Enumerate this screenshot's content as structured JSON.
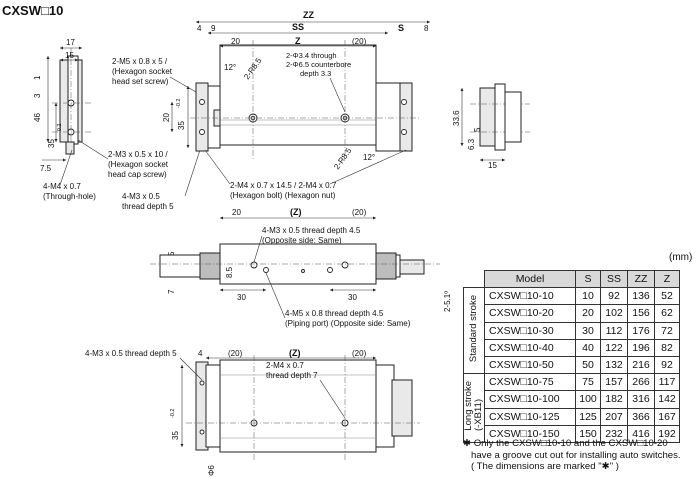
{
  "title": "CXSW□10",
  "top_view": {
    "dims": {
      "zz": "ZZ",
      "ss": "SS",
      "z": "Z",
      "s": "S",
      "d4": "4",
      "d9": "9",
      "d8": "8",
      "d20": "20",
      "p20": "(20)",
      "d17": "17",
      "d15": "15",
      "d1": "1",
      "d3": "3",
      "d46": "46",
      "d35": "35",
      "tol02": "-0.2",
      "d20b": "20",
      "d75": "7.5",
      "d12": "12°",
      "d336": "33.6",
      "d63": "6.3",
      "d5": "5",
      "d15b": "15"
    },
    "callouts": {
      "m5_a": "2-M5 x 0.8 x 5 /",
      "m5_b": "(Hexagon socket",
      "m5_c": "head set screw)",
      "phi_a": "2-Φ3.4 through",
      "phi_b": "2-Φ6.5 counterbore",
      "phi_c": "depth 3.3",
      "m3_a": "2-M3 x 0.5 x 10 /",
      "m3_b": "(Hexagon socket",
      "m3_c": "head cap screw)",
      "m4_a": "4-M4 x 0.7",
      "m4_b": "(Through-hole)",
      "m3t_a": "4-M3 x 0.5",
      "m3t_b": "thread depth 5",
      "m4b_a": "2-M4 x 0.7 x 14.5 / 2-M4 x 0.7",
      "m4b_b": "(Hexagon bolt)  (Hexagon nut)",
      "r85": "2-R8.5"
    }
  },
  "mid_view": {
    "dims": {
      "d20": "20",
      "z": "(Z)",
      "p20": "(20)",
      "d5": "5",
      "d85": "8.5",
      "d7": "7",
      "d30": "30",
      "d30b": "30",
      "d251": "2-5.1º"
    },
    "callouts": {
      "m3_a": "4-M3 x 0.5 thread depth 4.5",
      "m3_b": "(Opposite side: Same)",
      "m5_a": "4-M5 x 0.8 thread depth 4.5",
      "m5_b": "(Piping port)  (Opposite side: Same)"
    }
  },
  "bottom_view": {
    "dims": {
      "d4": "4",
      "p20": "(20)",
      "z": "(Z)",
      "p20b": "(20)",
      "d35": "35",
      "tol02": "-0.2",
      "phi6": "Φ6"
    },
    "callouts": {
      "m3_a": "4-M3 x 0.5 thread depth 5",
      "m4_a": "2-M4 x 0.7",
      "m4_b": "thread depth 7"
    }
  },
  "table": {
    "unit": "(mm)",
    "headers": [
      "Model",
      "S",
      "SS",
      "ZZ",
      "Z"
    ],
    "groups": [
      {
        "label": "Standard stroke",
        "rows": [
          [
            "CXSW□10-10",
            "10",
            "92",
            "136",
            "52"
          ],
          [
            "CXSW□10-20",
            "20",
            "102",
            "156",
            "62"
          ],
          [
            "CXSW□10-30",
            "30",
            "112",
            "176",
            "72"
          ],
          [
            "CXSW□10-40",
            "40",
            "122",
            "196",
            "82"
          ],
          [
            "CXSW□10-50",
            "50",
            "132",
            "216",
            "92"
          ]
        ]
      },
      {
        "label_1": "Long stroke",
        "label_2": "(-XB11)",
        "rows": [
          [
            "CXSW□10-75",
            "75",
            "157",
            "266",
            "117"
          ],
          [
            "CXSW□10-100",
            "100",
            "182",
            "316",
            "142"
          ],
          [
            "CXSW□10-125",
            "125",
            "207",
            "366",
            "167"
          ],
          [
            "CXSW□10-150",
            "150",
            "232",
            "416",
            "192"
          ]
        ]
      }
    ]
  },
  "note": {
    "line1": "✱  Only the CXSW□10-10 and the CXSW□10-20",
    "line2": "have a groove cut out for installing auto switches.",
    "line3": "( The dimensions are marked \"✱\" )"
  }
}
